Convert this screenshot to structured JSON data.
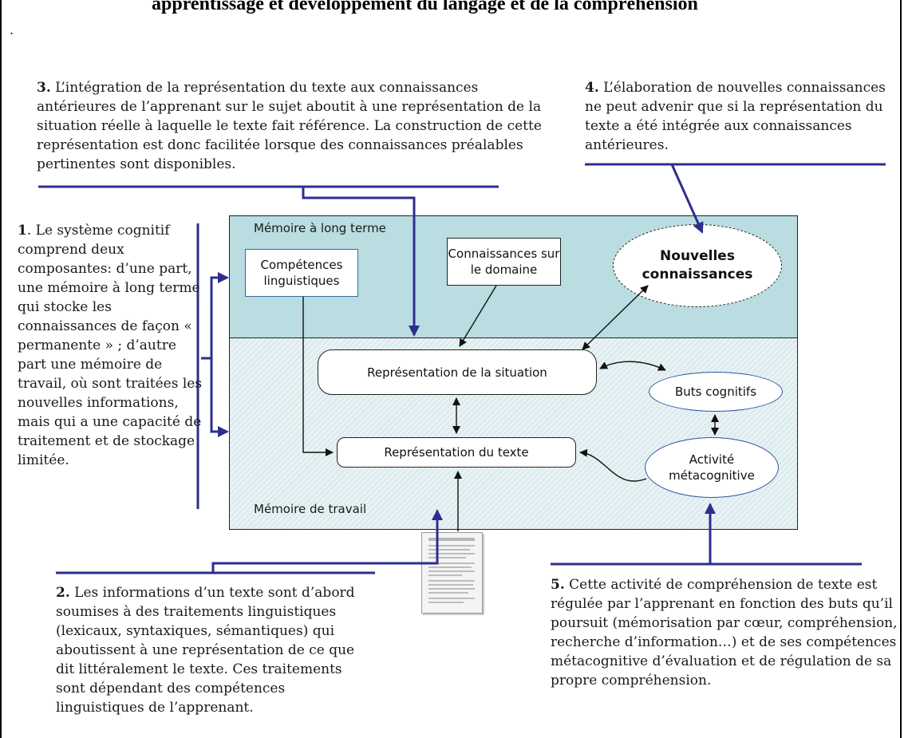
{
  "title": "apprentissage et développement du langage et de la compréhension",
  "stray_mark": ".",
  "notes": {
    "n3": {
      "num": "3.",
      "text": " L’intégration de la représentation du texte aux connaissances antérieures de l’apprenant sur le sujet aboutit à une représentation de la situation réelle à laquelle le texte fait référence. La construction de cette représentation est donc facilitée lorsque des connaissances préalables pertinentes sont disponibles."
    },
    "n4": {
      "num": "4.",
      "text": " L’élaboration de nouvelles connaissances ne peut advenir que si la représentation du texte a été intégrée aux connaissances antérieures."
    },
    "n1": {
      "num": "1",
      "text": ". Le système cognitif comprend deux composantes: d’une part, une mémoire à long terme qui stocke les connaissances de façon « permanente » ; d’autre part une mémoire de travail, où sont traitées les nouvelles informations, mais qui a une capacité de traitement et de stockage limitée."
    },
    "n2": {
      "num": "2.",
      "text": " Les informations d’un texte sont d’abord soumises à des traitements linguistiques (lexicaux, syntaxiques, sémantiques) qui aboutissent à une représentation de ce que dit littéralement le texte. Ces traitements sont dépendant des compétences linguistiques de l’apprenant."
    },
    "n5": {
      "num": "5.",
      "text": " Cette activité de compréhension de texte est régulée par l’apprenant en fonction des buts qu’il poursuit (mémorisation par cœur, compréhension, recherche d’information…) et de ses compétences métacognitive d’évaluation et de régulation de sa propre compréhension."
    }
  },
  "zones": {
    "long_term": "Mémoire à long terme",
    "working": "Mémoire de travail"
  },
  "nodes": {
    "competences": "Compétences linguistiques",
    "connaissances": "Connaissances sur le domaine",
    "nouvelles": "Nouvelles connaissances",
    "rep_situation": "Représentation de la situation",
    "rep_texte": "Représentation du texte",
    "buts": "Buts cognitifs",
    "metacog": "Activité métacognitive"
  },
  "colors": {
    "long_term_bg": "#b9dde0",
    "working_bg": "#dcebee",
    "callout_line": "#2e2e8f",
    "arrow": "#111111"
  }
}
